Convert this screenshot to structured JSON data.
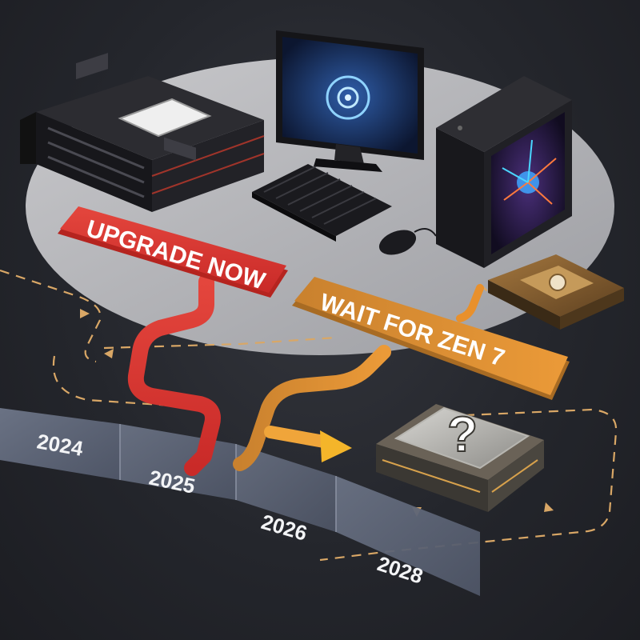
{
  "labels": {
    "upgrade": "UPGRADE NOW",
    "wait": "WAIT FOR ZEN 7",
    "unknown_cpu_mark": "?"
  },
  "timeline": {
    "years": [
      "2024",
      "2025",
      "2026",
      "2028"
    ]
  },
  "colors": {
    "upgrade_path": "#e23b36",
    "wait_path": "#e8902c",
    "dashed_route": "#d9a766",
    "timeline_band": "#5b6274",
    "year_text": "#f3f4f6"
  },
  "icons": {
    "server": "server-chassis-icon",
    "monitor": "monitor-icon",
    "keyboard": "keyboard-icon",
    "mouse": "mouse-icon",
    "tower": "pc-tower-icon",
    "current_chip": "cpu-chip-icon",
    "future_chip": "mystery-cpu-icon"
  }
}
